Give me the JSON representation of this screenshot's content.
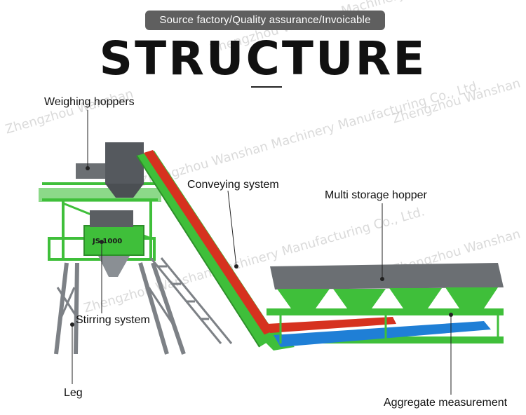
{
  "banner": {
    "text": "Source factory/Quality assurance/Invoicable"
  },
  "title": "STRUCTURE",
  "labels": {
    "weighing": "Weighing hoppers",
    "conveying": "Conveying system",
    "multi_storage": "Multi storage hopper",
    "stirring": "Stirring system",
    "leg": "Leg",
    "aggregate": "Aggregate measurement"
  },
  "mixer_plate": "JS 1000",
  "watermarks": [
    "Zhengzhou Wanshan Machinery Manufacturing Co., Ltd.",
    "Zhengzhou Wanshan Machinery Manufacturing Co., Ltd.",
    "Zhengzhou Wanshan Machinery Manufacturing Co., Ltd.",
    "Zhengzhou Wanshan",
    "Zhengzhou Wanshan",
    "Zhengzhou Wanshan"
  ],
  "colors": {
    "steel_green": "#3fbf3a",
    "belt_red": "#d6321f",
    "hopper_grey": "#6b6f73",
    "cover_blue": "#1f7fd6"
  }
}
